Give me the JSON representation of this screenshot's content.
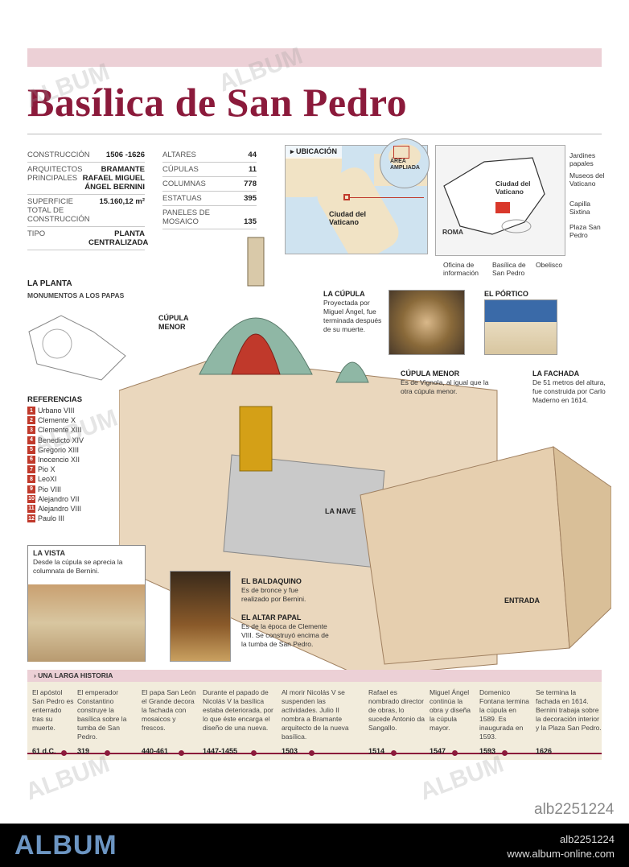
{
  "title": "Basílica de San Pedro",
  "facts_left": [
    {
      "label": "CONSTRUCCIÓN",
      "value": "1506 -1626"
    },
    {
      "label": "ARQUITECTOS PRINCIPALES",
      "value": "BRAMANTE RAFAEL MIGUEL ÁNGEL BERNINI"
    },
    {
      "label": "SUPERFICIE TOTAL DE CONSTRUCCIÓN",
      "value": "15.160,12 m²"
    },
    {
      "label": "TIPO",
      "value": "PLANTA CENTRALIZADA"
    }
  ],
  "facts_right": [
    {
      "label": "ALTARES",
      "value": "44"
    },
    {
      "label": "CÚPULAS",
      "value": "11"
    },
    {
      "label": "COLUMNAS",
      "value": "778"
    },
    {
      "label": "ESTATUAS",
      "value": "395"
    },
    {
      "label": "PANELES DE MOSAICO",
      "value": "135"
    }
  ],
  "ubicacion": {
    "header": "UBICACIÓN",
    "area": "ÁREA AMPLIADA",
    "ciudad": "Ciudad del Vaticano"
  },
  "vatican_map": {
    "ciudad": "Ciudad del Vaticano",
    "roma": "ROMA",
    "jardines": "Jardines papales",
    "museos": "Museos del Vaticano",
    "capilla": "Capilla Sixtina",
    "plaza": "Plaza San Pedro",
    "oficina": "Oficina de información",
    "basilica": "Basílica de San Pedro",
    "obelisco": "Obelisco"
  },
  "planta": {
    "title": "LA PLANTA",
    "subtitle": "MONUMENTOS A LOS PAPAS"
  },
  "referencias": {
    "title": "REFERENCIAS",
    "items": [
      {
        "n": "1",
        "name": "Urbano VIII"
      },
      {
        "n": "2",
        "name": "Clemente X"
      },
      {
        "n": "3",
        "name": "Clemente XIII"
      },
      {
        "n": "4",
        "name": "Benedicto XIV"
      },
      {
        "n": "5",
        "name": "Gregorio XIII"
      },
      {
        "n": "6",
        "name": "Inocencio XII"
      },
      {
        "n": "7",
        "name": "Pio X"
      },
      {
        "n": "8",
        "name": "LeoXI"
      },
      {
        "n": "9",
        "name": "Pio VIII"
      },
      {
        "n": "10",
        "name": "Alejandro VII"
      },
      {
        "n": "11",
        "name": "Alejandro VIII"
      },
      {
        "n": "12",
        "name": "Paulo III"
      }
    ]
  },
  "callouts": {
    "cupula_menor_left": "CÚPULA MENOR",
    "cupula_h": "LA CÚPULA",
    "cupula_t": "Proyectada por Miguel Ángel, fue terminada después de su muerte.",
    "cupula_menor_h": "CÚPULA MENOR",
    "cupula_menor_t": "Es de Vignola, al igual que la otra cúpula menor.",
    "portico_h": "EL PÓRTICO",
    "fachada_h": "LA FACHADA",
    "fachada_t": "De 51 metros del altura, fue construida por Carlo Maderno en 1614.",
    "nave": "LA NAVE",
    "entrada": "ENTRADA",
    "baldaquino_h": "EL BALDAQUINO",
    "baldaquino_t": "Es de bronce y fue realizado por Bernini.",
    "altar_h": "EL ALTAR PAPAL",
    "altar_t": "Es de la época de Clemente VIII. Se construyó encima de la tumba de San Pedro."
  },
  "vista": {
    "h": "LA VISTA",
    "t": "Desde la cúpula se aprecia la columnata de Bernini."
  },
  "timeline": {
    "title": "UNA LARGA HISTORIA",
    "events": [
      {
        "text": "El apóstol San Pedro es enterrado tras su muerte.",
        "year": "61 d.C."
      },
      {
        "text": "El emperador Constantino construye la basílica sobre la tumba de San Pedro.",
        "year": "319"
      },
      {
        "text": "El papa San León el Grande decora la fachada con mosaicos y frescos.",
        "year": "440-461"
      },
      {
        "text": "Durante el papado de Nicolás V la basílica estaba deteriorada, por lo que éste encarga el diseño de una nueva.",
        "year": "1447-1455"
      },
      {
        "text": "Al morir Nicolás V se suspenden las actividades. Julio II nombra a Bramante arquitecto de la nueva basílica.",
        "year": "1503"
      },
      {
        "text": "Rafael es nombrado director de obras, lo sucede Antonio da Sangallo.",
        "year": "1514"
      },
      {
        "text": "Miguel Ángel continúa la obra y diseña la cúpula mayor.",
        "year": "1547"
      },
      {
        "text": "Domenico Fontana termina la cúpula en 1589. Es inaugurada en 1593.",
        "year": "1593"
      },
      {
        "text": "Se termina la fachada en 1614. Bernini trabaja sobre la decoración interior y la Plaza San Pedro.",
        "year": "1626"
      }
    ]
  },
  "watermark": {
    "word": "ALBUM",
    "id": "alb2251224",
    "url": "www.album-online.com"
  },
  "colors": {
    "accent": "#8b1a3b",
    "band": "#ecd0d6",
    "timeline_bg": "#f2ecdc",
    "ref_badge": "#c0392b"
  }
}
